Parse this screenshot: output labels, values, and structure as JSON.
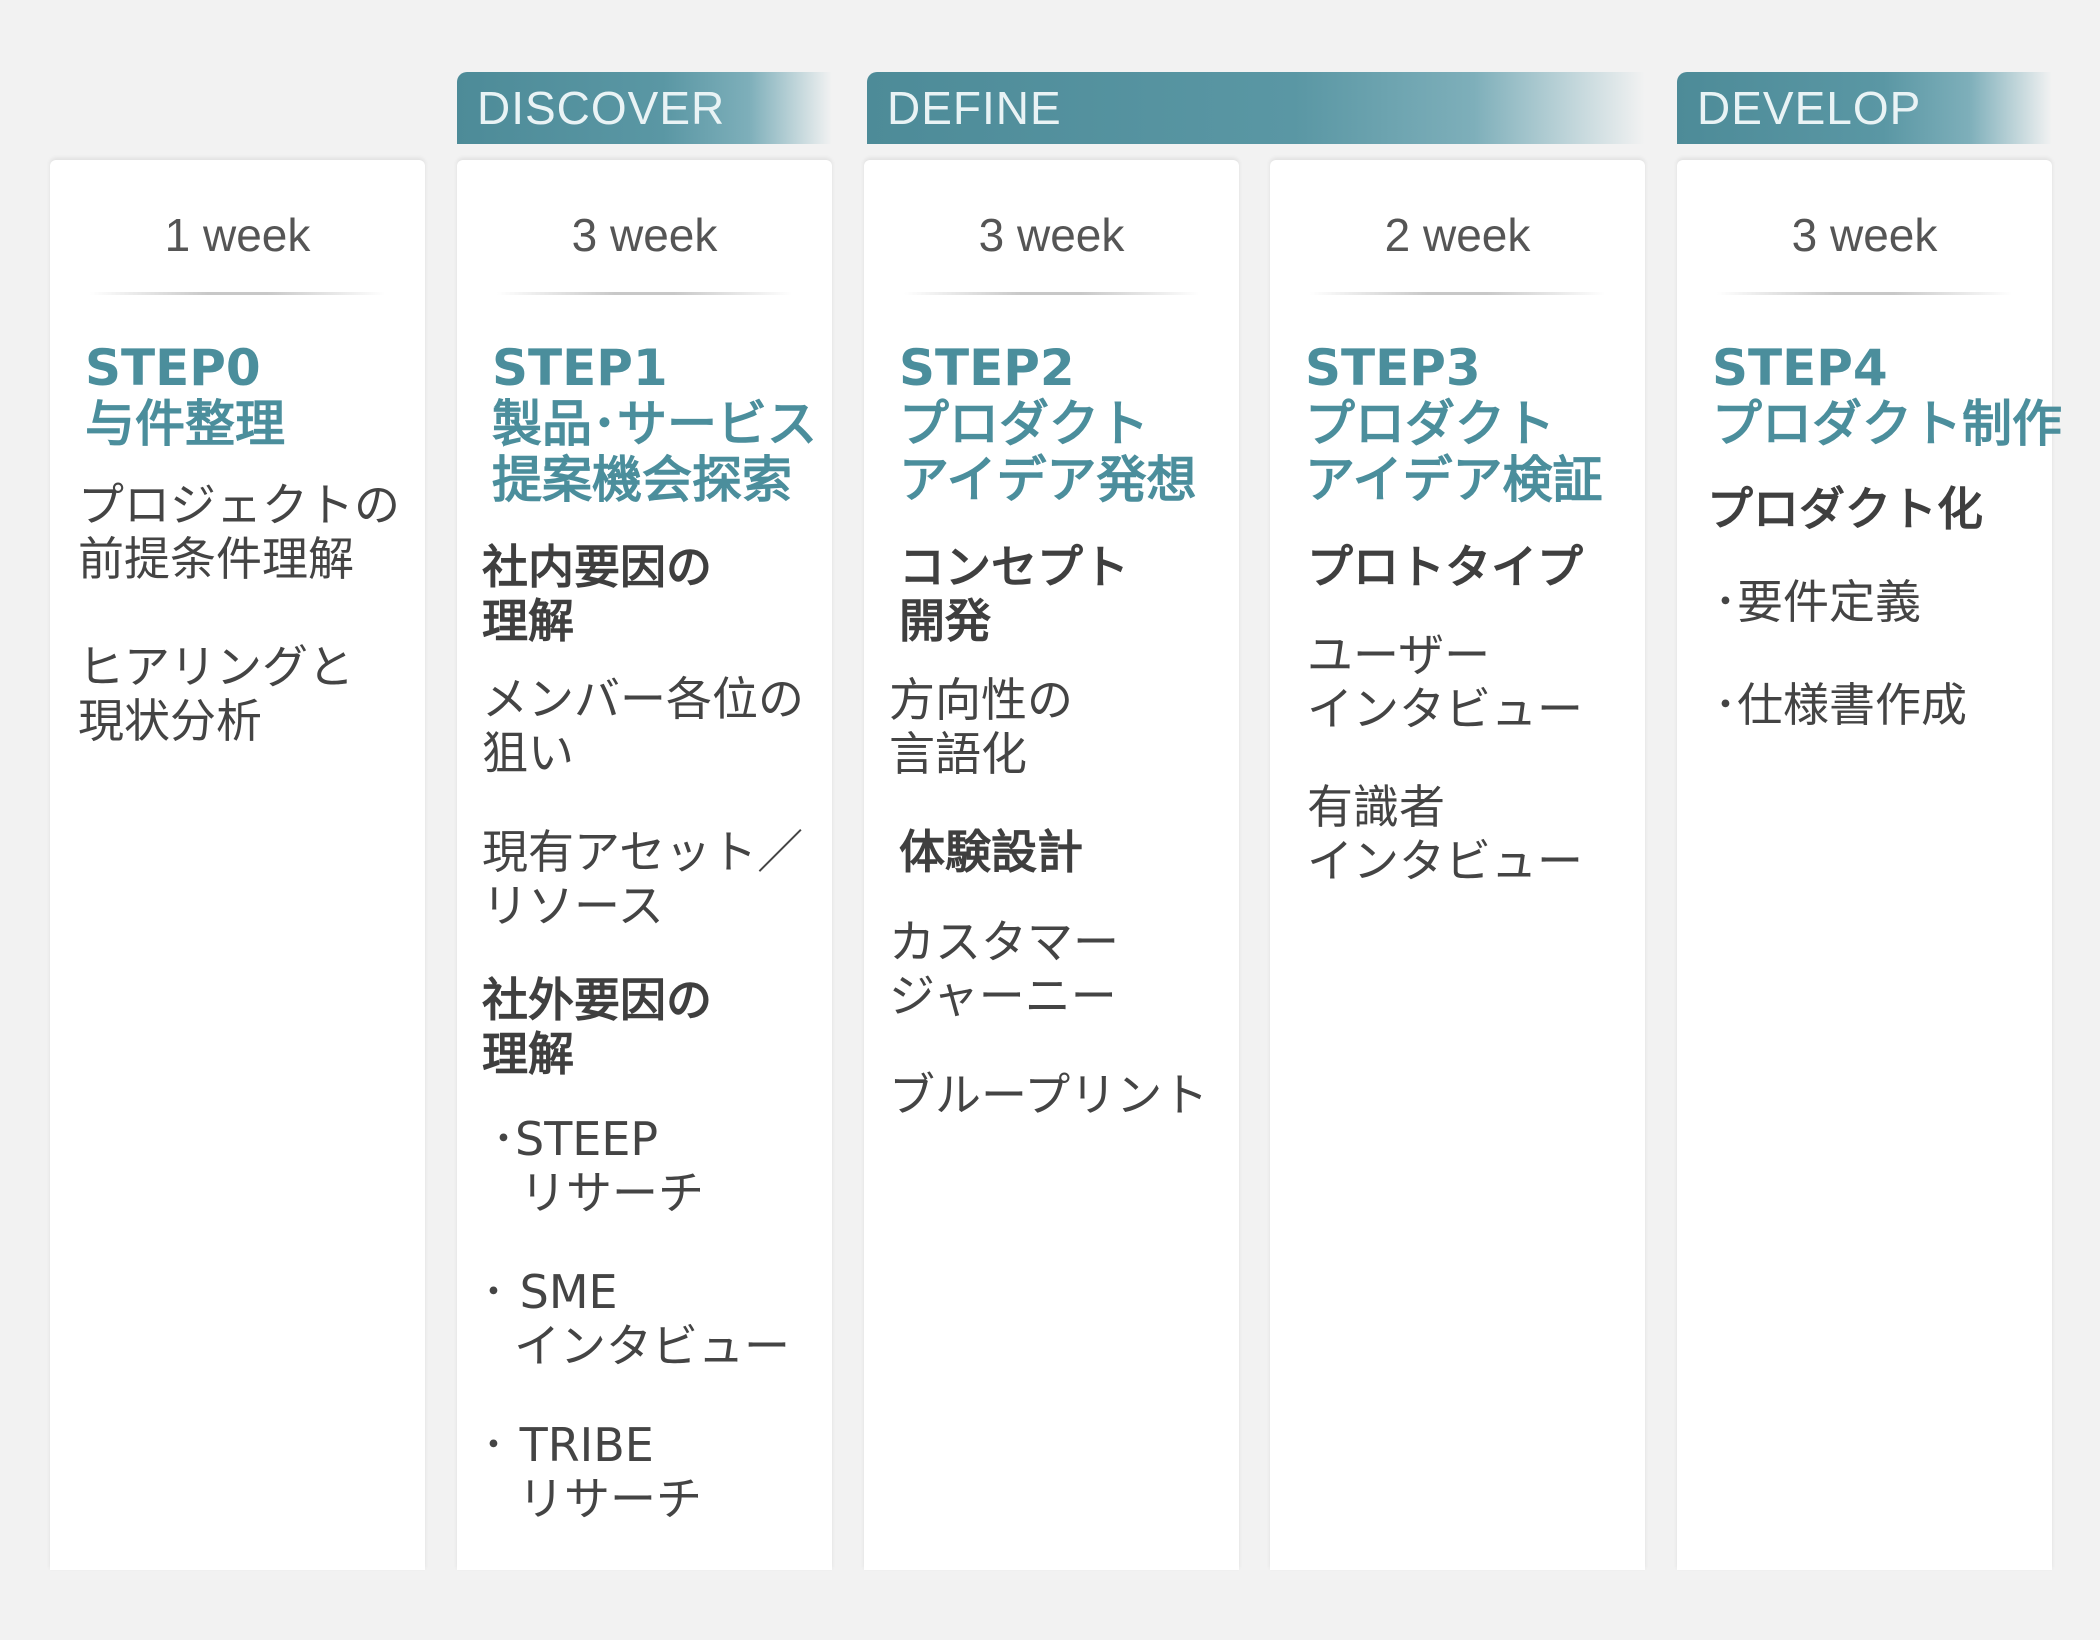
{
  "phases": [
    {
      "label": "DISCOVER"
    },
    {
      "label": "DEFINE"
    },
    {
      "label": "DEVELOP"
    }
  ],
  "columns": [
    {
      "duration": "1 week",
      "step": "STEP0",
      "title_lines": [
        "与件整理"
      ],
      "items": [
        {
          "lines": [
            "プロジェクトの",
            "前提条件理解"
          ]
        },
        {
          "lines": [
            "ヒアリングと",
            "現状分析"
          ]
        }
      ]
    },
    {
      "duration": "3 week",
      "step": "STEP1",
      "title_lines": [
        "製品･サービス",
        "提案機会探索"
      ],
      "items": [
        {
          "lines": [
            "社内要因の",
            "理解"
          ]
        },
        {
          "lines": [
            "メンバー各位の",
            "狙い"
          ]
        },
        {
          "lines": [
            "現有アセット／",
            "リソース"
          ]
        },
        {
          "lines": [
            "社外要因の",
            "理解"
          ]
        },
        {
          "lines": [
            "･STEEP",
            "リサーチ"
          ]
        },
        {
          "lines": [
            "･ SME",
            "インタビュー"
          ]
        },
        {
          "lines": [
            "･ TRIBE",
            "リサーチ"
          ]
        }
      ]
    },
    {
      "duration": "3 week",
      "step": "STEP2",
      "title_lines": [
        "プロダクト",
        "アイデア発想"
      ],
      "items": [
        {
          "lines": [
            "コンセプト",
            "開発"
          ]
        },
        {
          "lines": [
            "方向性の",
            "言語化"
          ]
        },
        {
          "lines": [
            "体験設計"
          ]
        },
        {
          "lines": [
            "カスタマー",
            "ジャーニー"
          ]
        },
        {
          "lines": [
            "ブループリント"
          ]
        }
      ]
    },
    {
      "duration": "2 week",
      "step": "STEP3",
      "title_lines": [
        "プロダクト",
        "アイデア検証"
      ],
      "items": [
        {
          "lines": [
            "プロトタイプ"
          ]
        },
        {
          "lines": [
            "ユーザー",
            "インタビュー"
          ]
        },
        {
          "lines": [
            "有識者",
            "インタビュー"
          ]
        }
      ]
    },
    {
      "duration": "3 week",
      "step": "STEP4",
      "title_lines": [
        "プロダクト制作"
      ],
      "items": [
        {
          "lines": [
            "プロダクト化"
          ]
        },
        {
          "lines": [
            "･要件定義"
          ]
        },
        {
          "lines": [
            "･仕様書作成"
          ]
        }
      ]
    }
  ],
  "colors": {
    "accent": "#4b8e9c",
    "band": "#5a97a4",
    "background": "#f2f2f2",
    "card": "#ffffff"
  }
}
